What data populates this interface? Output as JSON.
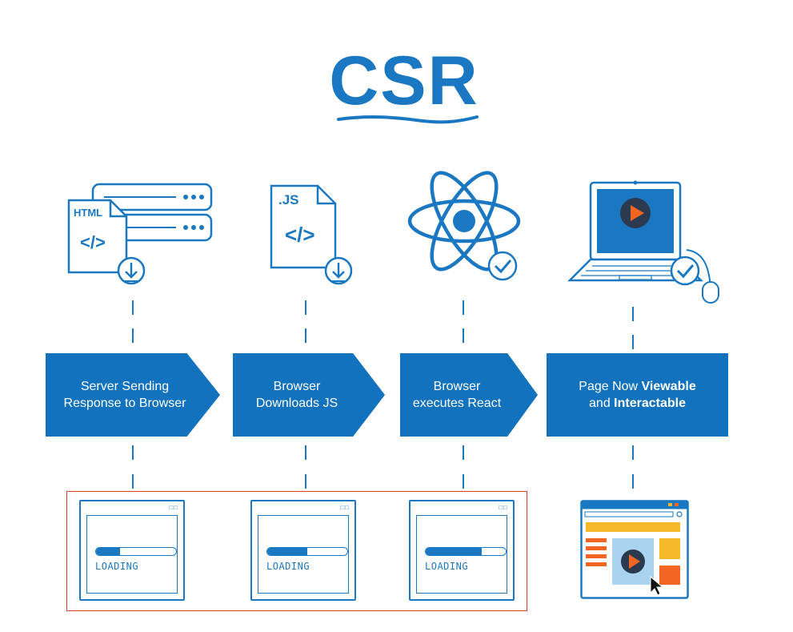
{
  "title": "CSR",
  "icons": {
    "step1_file_label": "HTML",
    "step1_code": "</>",
    "step2_file_label": ".JS",
    "step2_code": "</>"
  },
  "steps": [
    {
      "label_line1": "Server Sending",
      "label_line2": "Response to Browser"
    },
    {
      "label_line1": "Browser",
      "label_line2": "Downloads JS"
    },
    {
      "label_line1": "Browser",
      "label_line2": "executes React"
    },
    {
      "label_line1_prefix": "Page Now ",
      "label_line1_bold": "Viewable",
      "label_line2_prefix": "and ",
      "label_line2_bold": "Interactable"
    }
  ],
  "loading_windows": [
    {
      "text": "LOADING",
      "progress": 0.3
    },
    {
      "text": "LOADING",
      "progress": 0.5
    },
    {
      "text": "LOADING",
      "progress": 0.7
    }
  ],
  "colors": {
    "primary_blue": "#1a78c2",
    "arrow_blue": "#1372bd",
    "highlight_red": "#e8392c",
    "page_yellow": "#f7b928",
    "page_orange": "#f26522",
    "video_light_blue": "#a9d3ee",
    "video_dark": "#2b3a4f"
  }
}
